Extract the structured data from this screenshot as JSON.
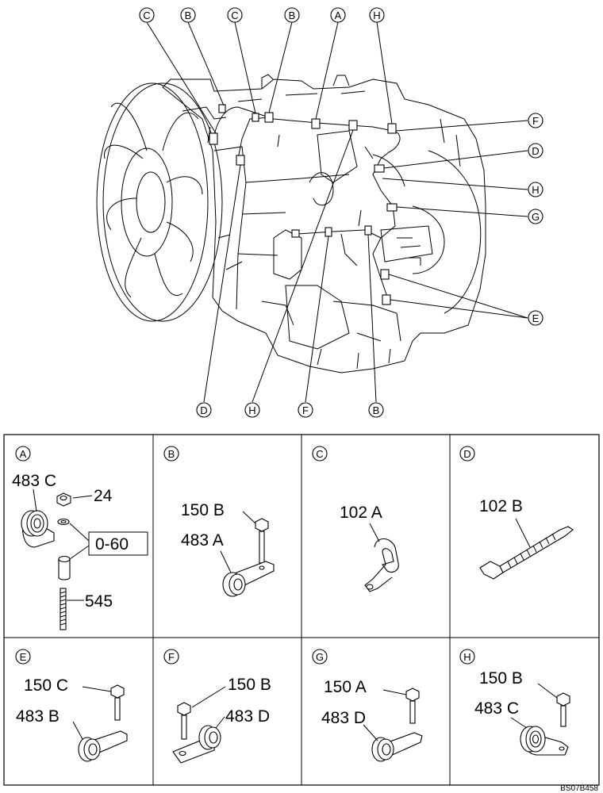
{
  "drawing_code": "BS07B458",
  "main_callouts": {
    "top": [
      "C",
      "B",
      "C",
      "B",
      "A",
      "H"
    ],
    "right": [
      "F",
      "D",
      "H",
      "G",
      "E"
    ],
    "bottom": [
      "D",
      "H",
      "F",
      "B"
    ]
  },
  "panels": [
    {
      "letter": "A",
      "parts": [
        "483 C",
        "24",
        "0-60",
        "545"
      ]
    },
    {
      "letter": "B",
      "parts": [
        "150 B",
        "483 A"
      ]
    },
    {
      "letter": "C",
      "parts": [
        "102 A"
      ]
    },
    {
      "letter": "D",
      "parts": [
        "102 B"
      ]
    },
    {
      "letter": "E",
      "parts": [
        "150 C",
        "483 B"
      ]
    },
    {
      "letter": "F",
      "parts": [
        "150 B",
        "483 D"
      ]
    },
    {
      "letter": "G",
      "parts": [
        "150 A",
        "483 D"
      ]
    },
    {
      "letter": "H",
      "parts": [
        "150 B",
        "483 C"
      ]
    }
  ]
}
